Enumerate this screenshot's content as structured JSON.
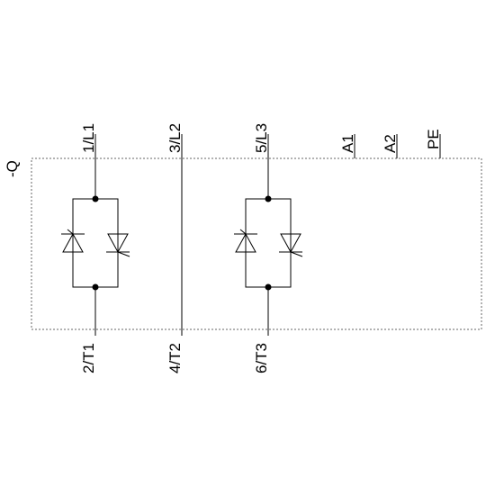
{
  "device_label": "-Q",
  "terminals_top": [
    "1/L1",
    "3/L2",
    "5/L3",
    "A1",
    "A2",
    "PE"
  ],
  "terminals_bottom": [
    "2/T1",
    "4/T2",
    "6/T3"
  ],
  "colors": {
    "line": "#000000",
    "boundary": "#666666",
    "background": "#ffffff"
  }
}
